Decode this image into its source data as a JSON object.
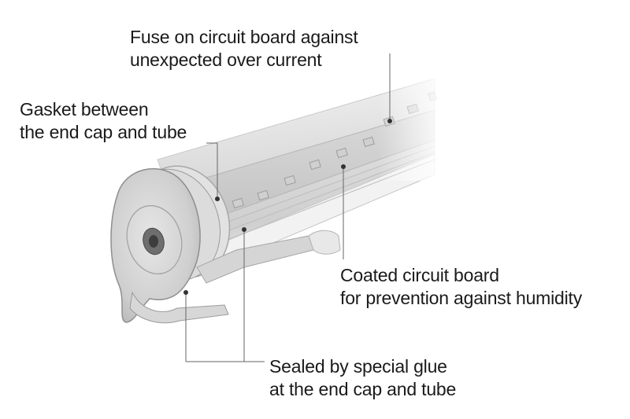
{
  "callouts": {
    "fuse": {
      "line1": "Fuse on circuit board against",
      "line2": "unexpected over current"
    },
    "gasket": {
      "line1": "Gasket between",
      "line2": "the end cap and tube"
    },
    "coated": {
      "line1": "Coated circuit board",
      "line2": "for prevention against humidity"
    },
    "sealed": {
      "line1": "Sealed by special glue",
      "line2": "at the end cap and tube"
    }
  },
  "colors": {
    "text": "#1a1a1a",
    "leader_line": "#666666",
    "tube_body": "#e6e6e6",
    "tube_shadow": "#bdbdbd",
    "end_cap": "#d2d2d2",
    "background": "#ffffff"
  }
}
